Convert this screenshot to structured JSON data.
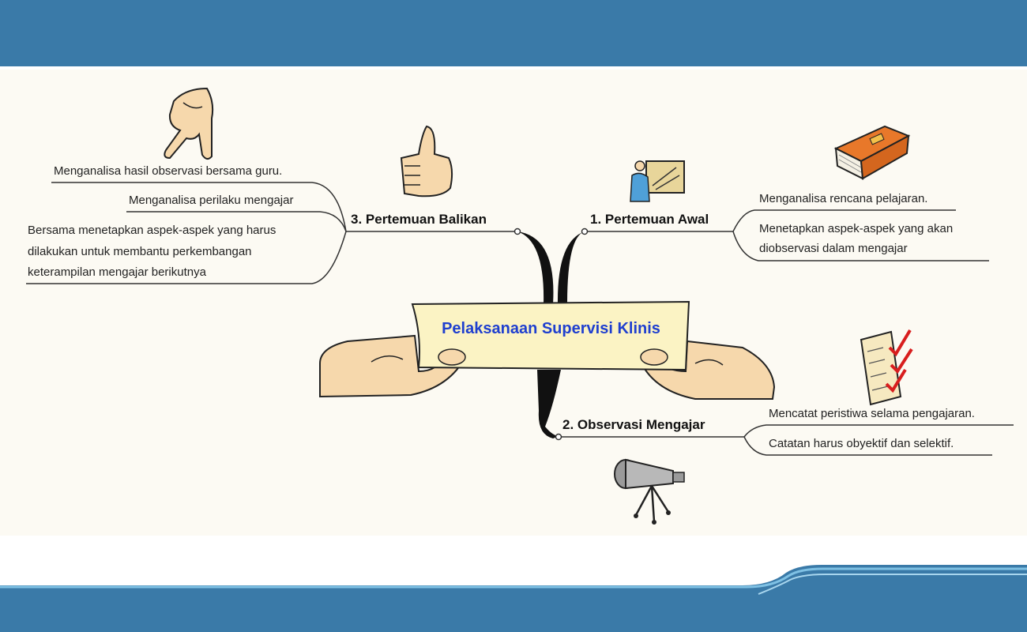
{
  "center": {
    "title": "Pelaksanaan Supervisi Klinis"
  },
  "branches": {
    "awal": {
      "title": "1. Pertemuan Awal",
      "items": [
        "Menganalisa rencana pelajaran.",
        "Menetapkan aspek-aspek yang akan",
        "diobservasi dalam mengajar"
      ]
    },
    "observasi": {
      "title": "2.  Observasi Mengajar",
      "items": [
        "Mencatat peristiwa selama pengajaran.",
        "Catatan harus obyektif dan selektif."
      ]
    },
    "balikan": {
      "title": "3. Pertemuan Balikan",
      "items": [
        "Menganalisa hasil observasi bersama guru.",
        "Menganalisa perilaku mengajar",
        "Bersama menetapkan aspek-aspek yang harus",
        "dilakukan untuk membantu perkembangan",
        "keterampilan mengajar berikutnya"
      ]
    }
  },
  "icons": [
    "pointing-hand-icon",
    "thumbs-up-icon",
    "teacher-board-icon",
    "book-icon",
    "checklist-icon",
    "telescope-icon",
    "hands-holding-banner-icon"
  ],
  "colors": {
    "header": "#3a7aa8",
    "title": "#1f3fcf",
    "banner": "#fbf3c4",
    "book": "#e8782a",
    "check": "#d81e1e"
  }
}
